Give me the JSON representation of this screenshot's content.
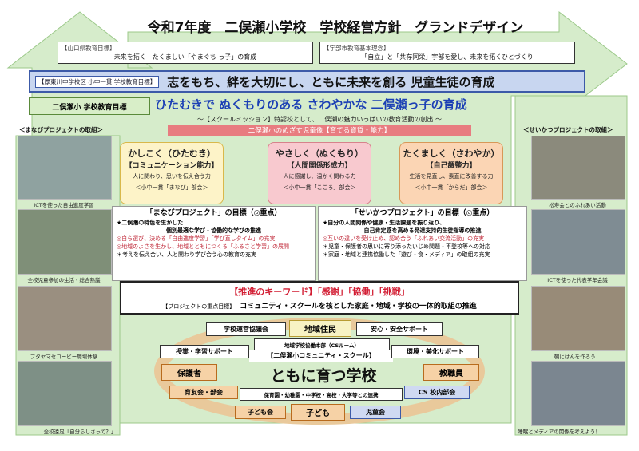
{
  "title": "令和7年度　二俣瀬小学校　学校経営方針　グランドデザイン",
  "pref_goal": {
    "head": "【山口県教育目標】",
    "text": "未来を拓く　たくましい「やまぐち っ子」の育成"
  },
  "city_goal": {
    "head": "【宇部市教育基本理念】",
    "text": "「自立」と「共存同栄」宇部を愛し、未来を拓くひとづくり"
  },
  "banner": {
    "tag": "【厚東川中学校区 小中一貫 学校教育目標】",
    "text": "志をもち、絆を大切にし、ともに未来を創る 児童生徒の育成"
  },
  "school_goal": {
    "label": "二俣瀬小 学校教育目標",
    "text": "ひたむきで ぬくもりのある さわやかな 二俣瀬っ子の育成"
  },
  "mission": "～【スクールミッション】特認校として、二俣瀬の魅力いっぱいの教育活動の創出 ～",
  "aim": "二俣瀬小のめざす児童像【育てる資質・能力】",
  "cards": [
    {
      "t1": "かしこく（ひたむき）",
      "t2": "【コミュニケーション能力】",
      "t3": "人に関わり、思いを伝え合う力",
      "t4": "＜小中一貫「まなび」部会＞",
      "color": "#fdf3c8"
    },
    {
      "t1": "やさしく（ぬくもり）",
      "t2": "【人間関係形成力】",
      "t3": "人に感謝し、温かく関わる力",
      "t4": "＜小中一貫「こころ」部会＞",
      "color": "#f8c9cf"
    },
    {
      "t1": "たくましく（さわやか）",
      "t2": "【自己調整力】",
      "t3": "生活を見直し、素直に改善する力",
      "t4": "＜小中一貫「からだ」部会＞",
      "color": "#fbd5b4"
    }
  ],
  "manabi": {
    "title": "「まなびプロジェクト」の目標（◎重点）",
    "l1": "★二俣瀬の特色を生かした",
    "l2": "個別最適な学び・協働的な学びの推進",
    "l3": "◎自ら選び、決める「自由進度学習」「学び直しタイム」の充実",
    "l4": "◎地域のよさを生かし、地域とともにつくる「ふるさと学習」の展開",
    "l5": "＊考えを伝え合い、人と関わり学び合う心の教育の充実"
  },
  "seikatsu": {
    "title": "「せいかつプロジェクト」の目標（◎重点）",
    "l1": "★自分の人間関係や健康・生活課題を振り返り、",
    "l2": "自己肯定感を高める発達支持的生徒指導の推進",
    "l3": "◎互いの違いを受け止め、認め合う「ふれあい交流活動」の充実",
    "l4": "＊児童・保護者の思いに寄り添ったいじめ問題・不登校等への対応",
    "l5": "＊家庭・地域と連携協働した「遊び・食・メディア」の取組の充実"
  },
  "keyword": {
    "head": "【推進のキーワード】「感謝」「協働」「挑戦」",
    "tag": "【プロジェクトの重点目標】",
    "text": "コミュニティ・スクールを核とした家庭・地域・学校の一体的取組の推進"
  },
  "left_head": "＜まなびプロジェクトの取組＞",
  "right_head": "＜せいかつプロジェクトの取組＞",
  "left_captions": [
    "ICTを使った自由進度学習",
    "全校児童参加の生活・総合熟議",
    "ブタヤマセコービー職場体験",
    "全校遠足「自分らしさって？」"
  ],
  "right_captions": [
    "松寿会とのふれあい活動",
    "ICTを使った代表学年会議",
    "朝にはんを作ろう！",
    "睡眠とメディアの関係を考えよう！"
  ],
  "orgs": {
    "unei": "学校運営協議会",
    "chiiki": "地域住民",
    "anzen": "安心・安全サポート",
    "honbu": "地域学校協働本部（CSルーム）",
    "jugyo": "授業・学習サポート",
    "cs": "【二俣瀬小コミュニティ・スクール】",
    "kankyo": "環境・美化サポート",
    "hogosha": "保護者",
    "kyoshoku": "教職員",
    "ikuyu": "育友会・部会",
    "renkei": "保育園・幼稚園・中学校・高校・大学等との連携",
    "csbu": "CS 校内部会",
    "kodomokai": "子ども会",
    "kodomo": "子ども",
    "jidokai": "児童会",
    "big": "ともに育つ学校"
  }
}
